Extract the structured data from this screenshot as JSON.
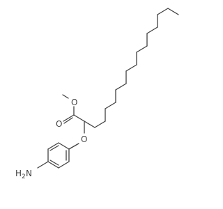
{
  "structure": {
    "atom_labels": {
      "ether_oxygen": "O",
      "carbonyl_oxygen": "O",
      "ester_oxygen": "O",
      "amine_n": "H",
      "amine_subscript": "2",
      "amine_element": "N"
    },
    "colors": {
      "bond": "#404040",
      "label": "#404040",
      "background": "#ffffff"
    }
  }
}
